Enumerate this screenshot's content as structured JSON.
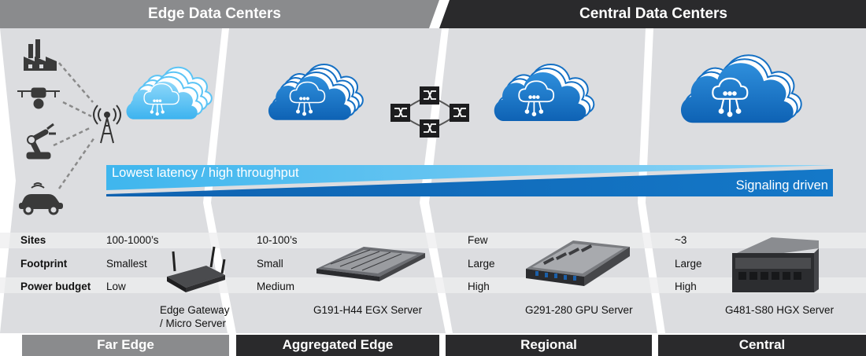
{
  "headers": {
    "edge": "Edge Data Centers",
    "central": "Central Data Centers"
  },
  "banner": {
    "top": "Lowest latency / high throughput",
    "bottom": "Signaling driven"
  },
  "rows": [
    "Sites",
    "Footprint",
    "Power budget"
  ],
  "tiers": [
    {
      "name": "Far Edge",
      "sites": "100-1000’s",
      "footprint": "Smallest",
      "power": "Low",
      "device_line1": "Edge Gateway",
      "device_line2": "/ Micro Server"
    },
    {
      "name": "Aggregated Edge",
      "sites": "10-100’s",
      "footprint": "Small",
      "power": "Medium",
      "device_line1": "G191-H44 EGX Server"
    },
    {
      "name": "Regional",
      "sites": "Few",
      "footprint": "Large",
      "power": "High",
      "device_line1": "G291-280 GPU Server"
    },
    {
      "name": "Central",
      "sites": "~3",
      "footprint": "Large",
      "power": "High",
      "device_line1": "G481-S80 HGX Server"
    }
  ],
  "icons": [
    "factory-icon",
    "drone-icon",
    "robot-arm-icon",
    "car-wifi-icon",
    "antenna-icon",
    "cloud-icon",
    "network-switch-icon"
  ],
  "colors": {
    "header_edge": "#8a8b8d",
    "header_central": "#2a2a2c",
    "panel": "#dcdde0",
    "banner_light": "#3fb6ee",
    "banner_dark": "#0f62b0",
    "cloud_light": "#5cc4f5",
    "cloud_dark": "#1570c4"
  }
}
